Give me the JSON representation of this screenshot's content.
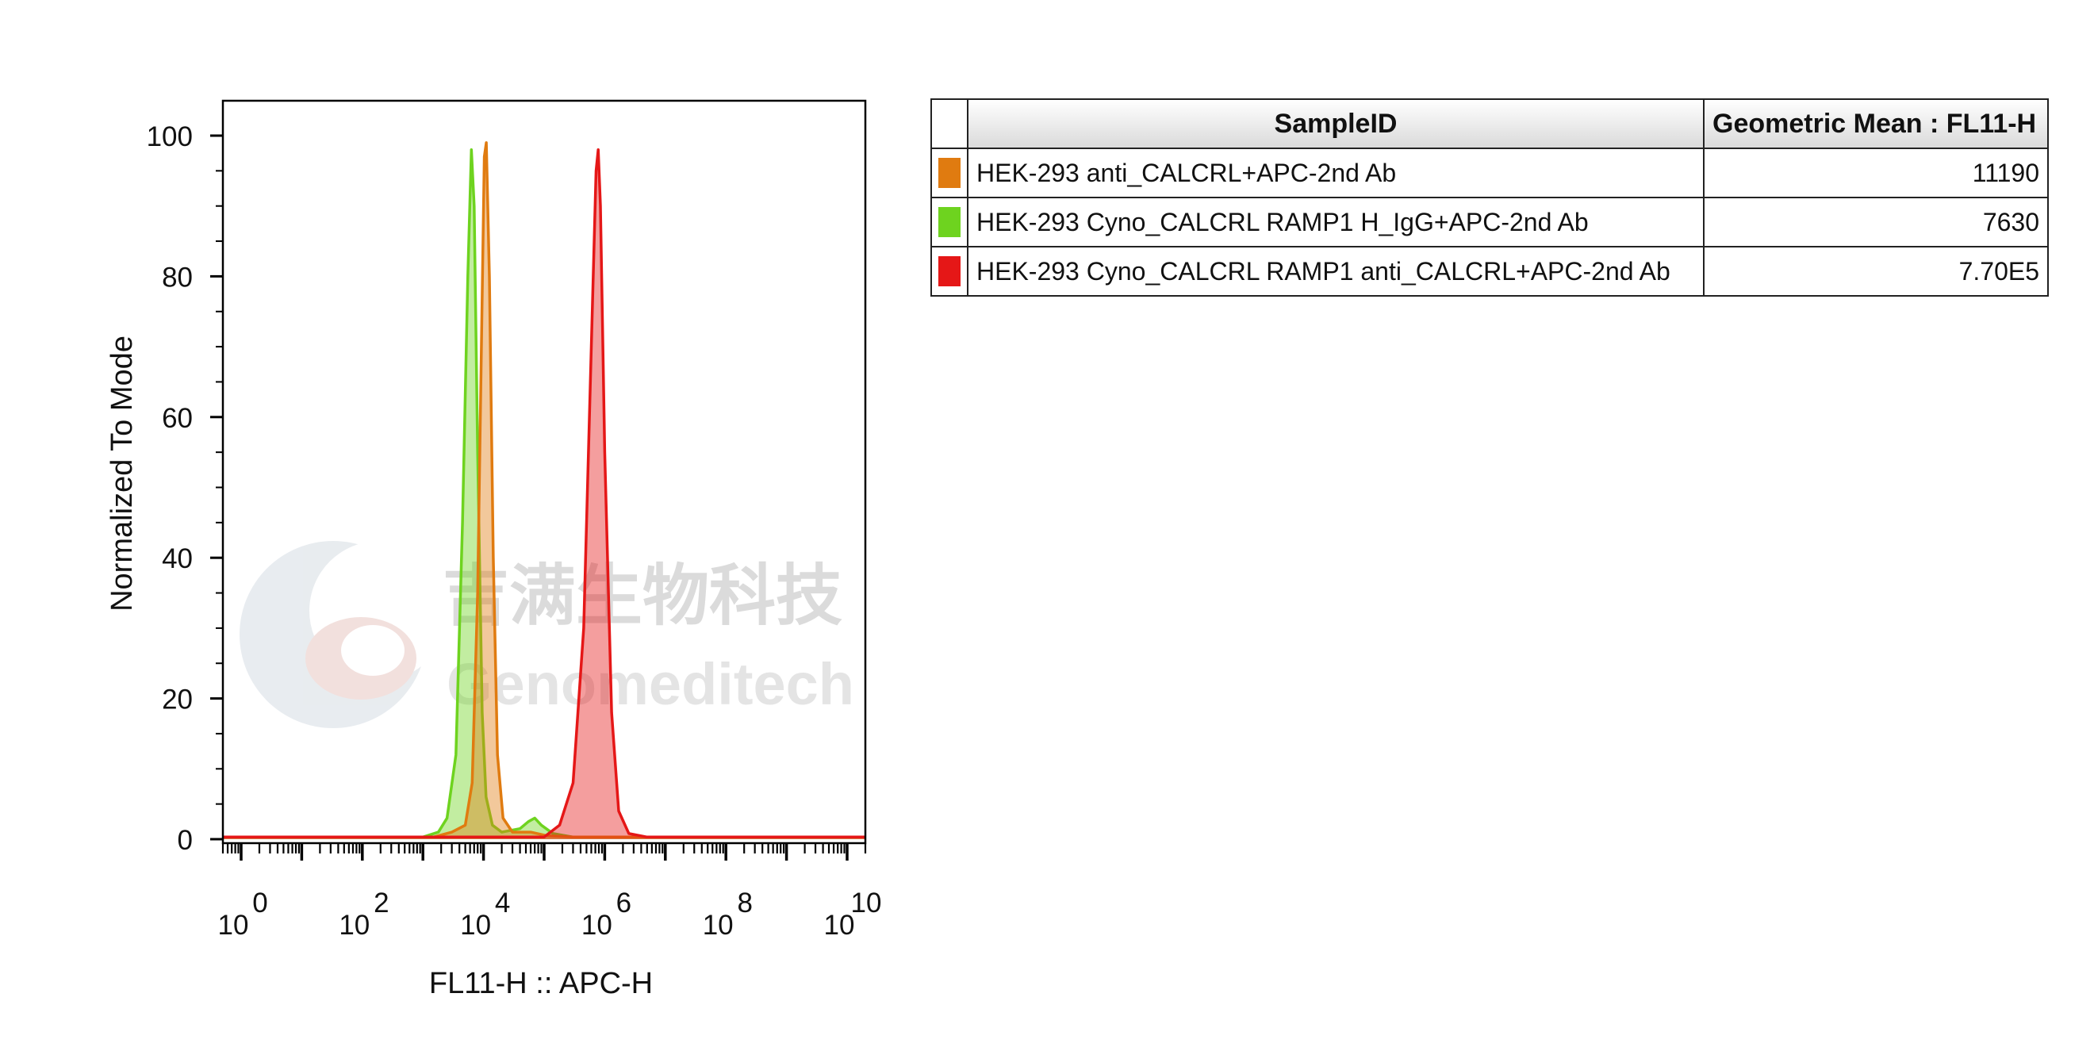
{
  "chart_data": {
    "type": "area",
    "xlabel": "FL11-H :: APC-H",
    "ylabel": "Normalized To Mode",
    "x_scale": "log",
    "xlim": [
      0.5,
      20000000000
    ],
    "ylim": [
      0,
      105
    ],
    "x_ticks": [
      {
        "base": "10",
        "exp": "0"
      },
      {
        "base": "10",
        "exp": "2"
      },
      {
        "base": "10",
        "exp": "4"
      },
      {
        "base": "10",
        "exp": "6"
      },
      {
        "base": "10",
        "exp": "8"
      },
      {
        "base": "10",
        "exp": "10"
      }
    ],
    "y_ticks": [
      "0",
      "20",
      "40",
      "60",
      "80",
      "100"
    ],
    "series": [
      {
        "color": "#6ed31f",
        "points": [
          [
            0.5,
            0.3
          ],
          [
            1000,
            0.3
          ],
          [
            1800,
            1
          ],
          [
            2500,
            3
          ],
          [
            3500,
            12
          ],
          [
            4500,
            45
          ],
          [
            5500,
            80
          ],
          [
            6300,
            98
          ],
          [
            7000,
            90
          ],
          [
            8000,
            55
          ],
          [
            9500,
            18
          ],
          [
            11000,
            6
          ],
          [
            14000,
            2
          ],
          [
            20000,
            1
          ],
          [
            40000,
            1.5
          ],
          [
            55000,
            2.5
          ],
          [
            70000,
            3
          ],
          [
            90000,
            2
          ],
          [
            140000,
            0.8
          ],
          [
            300000,
            0.3
          ],
          [
            20000000000,
            0.3
          ]
        ]
      },
      {
        "color": "#e07b10",
        "points": [
          [
            0.5,
            0.3
          ],
          [
            1500,
            0.3
          ],
          [
            3000,
            1
          ],
          [
            5000,
            2
          ],
          [
            6500,
            8
          ],
          [
            8000,
            35
          ],
          [
            9300,
            72
          ],
          [
            10300,
            97
          ],
          [
            11100,
            99
          ],
          [
            12500,
            80
          ],
          [
            14500,
            40
          ],
          [
            17000,
            12
          ],
          [
            21000,
            3
          ],
          [
            30000,
            1
          ],
          [
            60000,
            1
          ],
          [
            110000,
            0.5
          ],
          [
            300000,
            0.3
          ],
          [
            20000000000,
            0.3
          ]
        ]
      },
      {
        "color": "#e51717",
        "points": [
          [
            0.5,
            0.3
          ],
          [
            100000,
            0.3
          ],
          [
            180000,
            2
          ],
          [
            300000,
            8
          ],
          [
            450000,
            30
          ],
          [
            600000,
            70
          ],
          [
            720000,
            95
          ],
          [
            780000,
            98
          ],
          [
            850000,
            90
          ],
          [
            1000000,
            55
          ],
          [
            1300000,
            18
          ],
          [
            1700000,
            4
          ],
          [
            2500000,
            0.8
          ],
          [
            5000000,
            0.3
          ],
          [
            20000000000,
            0.3
          ]
        ]
      }
    ]
  },
  "legend": {
    "header_sample": "SampleID",
    "header_value": "Geometric Mean : FL11-H",
    "rows": [
      {
        "color": "#e07b10",
        "sample": "HEK-293 anti_CALCRL+APC-2nd Ab",
        "value": "11190"
      },
      {
        "color": "#6ed31f",
        "sample": "HEK-293 Cyno_CALCRL RAMP1 H_IgG+APC-2nd Ab",
        "value": "7630"
      },
      {
        "color": "#e51717",
        "sample": "HEK-293 Cyno_CALCRL RAMP1 anti_CALCRL+APC-2nd Ab",
        "value": "7.70E5"
      }
    ]
  },
  "watermark": {
    "cn_text": "吉满生物科技",
    "en_text": "Genomeditech"
  }
}
